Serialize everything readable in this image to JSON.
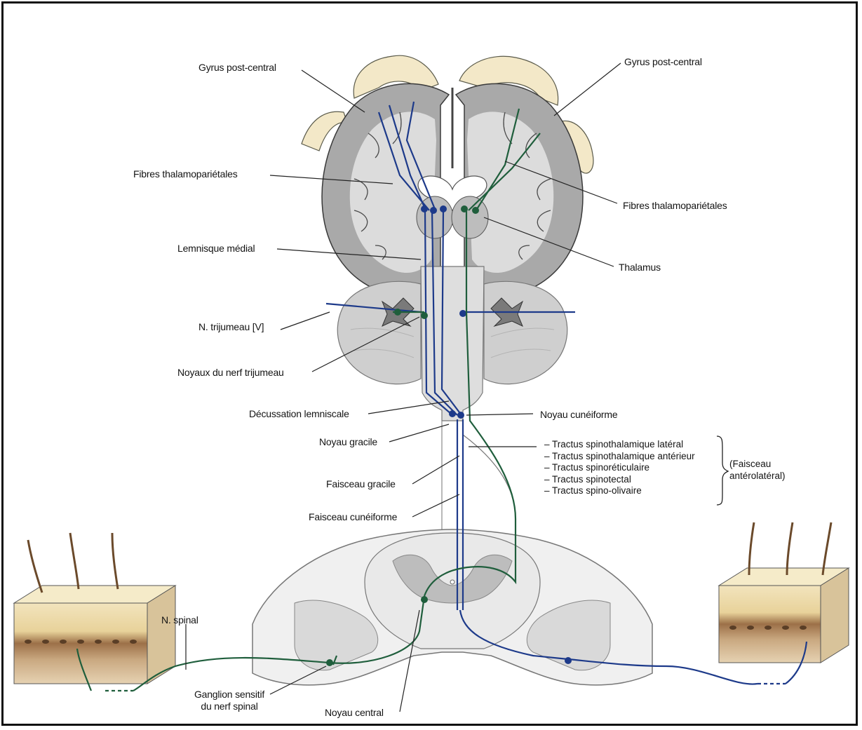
{
  "labels": {
    "gyrus_left": "Gyrus post-central",
    "gyrus_right": "Gyrus post-central",
    "fibres_left": "Fibres thalamopariétales",
    "fibres_right": "Fibres thalamopariétales",
    "lemnisque": "Lemnisque médial",
    "thalamus": "Thalamus",
    "trijumeau": "N. trijumeau [V]",
    "noyaux_trijumeau": "Noyaux du nerf trijumeau",
    "decussation": "Décussation lemniscale",
    "noyau_cuneiforme": "Noyau cunéiforme",
    "noyau_gracile": "Noyau gracile",
    "faisceau_gracile": "Faisceau gracile",
    "faisceau_cuneiforme": "Faisceau cunéiforme",
    "n_spinal": "N. spinal",
    "ganglion_line1": "Ganglion sensitif",
    "ganglion_line2": "du nerf spinal",
    "noyau_central": "Noyau central"
  },
  "tracts": [
    "– Tractus spinothalamique latéral",
    "– Tractus spinothalamique antérieur",
    "– Tractus spinoréticulaire",
    "– Tractus spinotectal",
    "– Tractus spino-olivaire"
  ],
  "faisceau_group": {
    "line1": "(Faisceau",
    "line2": "antérolatéral)"
  },
  "colors": {
    "blue_pathway": "#1d3a8a",
    "green_pathway": "#1f5e3c",
    "gray_matter": "#a9a9a9",
    "white_matter": "#e2e2e2",
    "cortex_beige": "#f3e8c8"
  }
}
